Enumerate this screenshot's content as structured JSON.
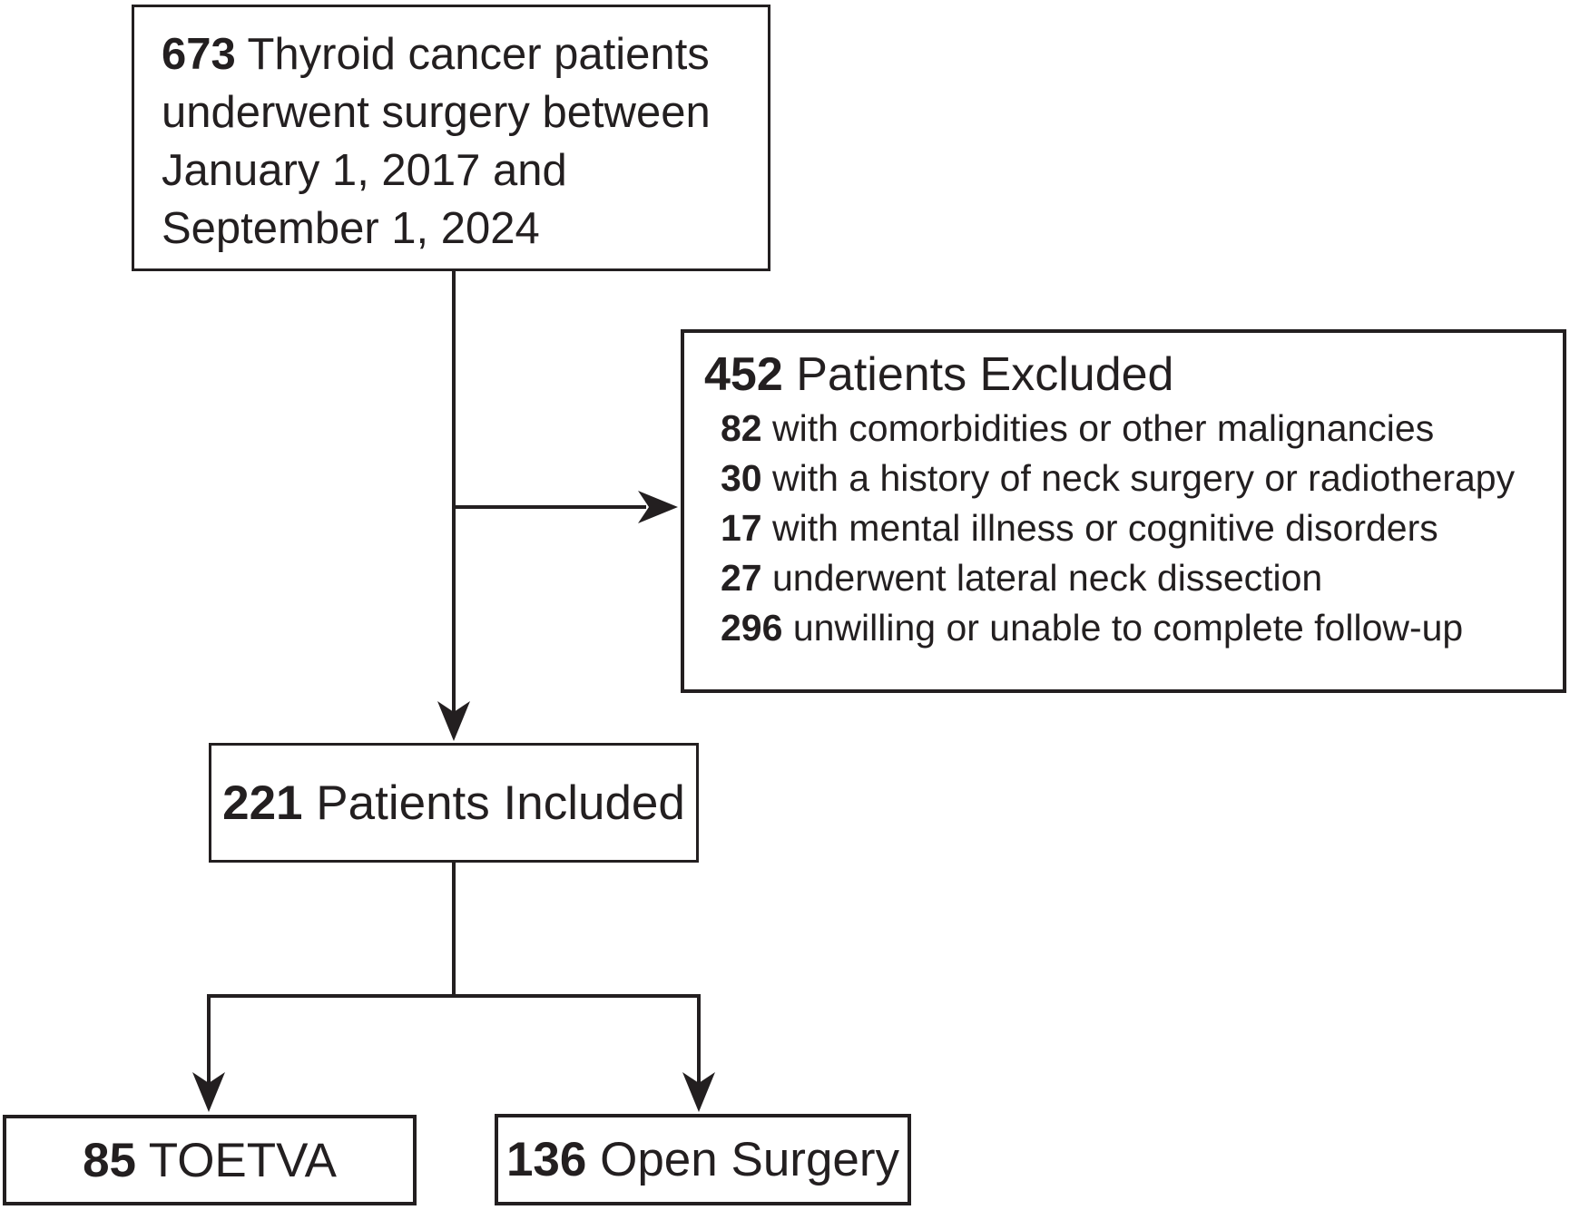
{
  "colors": {
    "ink": "#231f20",
    "background": "#ffffff"
  },
  "nodes": {
    "enrolled": {
      "count": "673",
      "label": " Thyroid cancer patients\nunderwent surgery between\nJanuary 1, 2017 and\nSeptember 1, 2024"
    },
    "excluded": {
      "count": "452",
      "label": " Patients Excluded",
      "items": [
        {
          "count": "82",
          "label": " with comorbidities or other malignancies"
        },
        {
          "count": "30",
          "label": " with a history of neck surgery or radiotherapy"
        },
        {
          "count": "17",
          "label": " with mental illness or cognitive disorders"
        },
        {
          "count": "27",
          "label": " underwent lateral neck dissection"
        },
        {
          "count": "296",
          "label": " unwilling or unable to complete follow-up"
        }
      ]
    },
    "included": {
      "count": "221",
      "label": " Patients Included"
    },
    "toetva": {
      "count": "85",
      "label": " TOETVA"
    },
    "open_surgery": {
      "count": "136",
      "label": " Open Surgery"
    }
  }
}
